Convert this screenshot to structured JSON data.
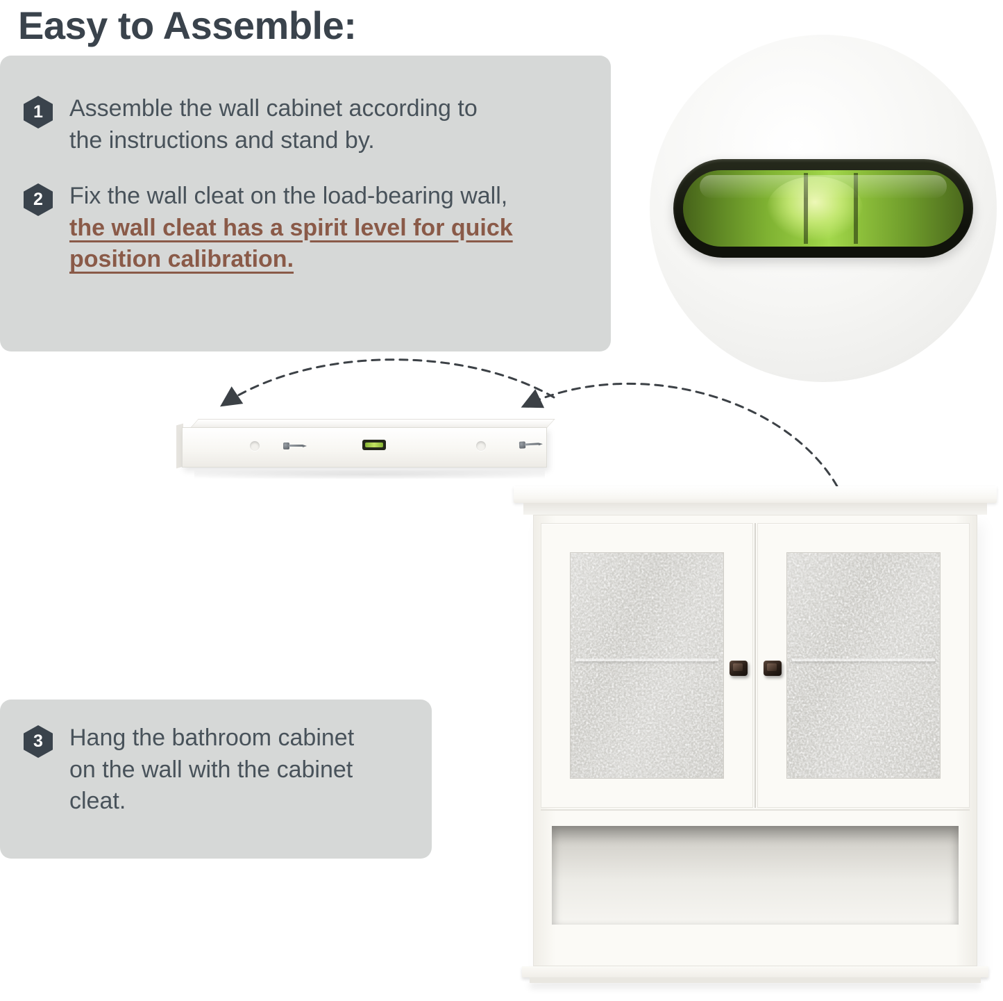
{
  "title": "Easy to Assemble:",
  "steps": [
    {
      "number": "1",
      "text": "Assemble the wall cabinet according to the instructions and stand by."
    },
    {
      "number": "2",
      "text": "Fix the wall cleat on the load-bearing wall,",
      "highlight": "the wall cleat has a spirit level for quick position calibration."
    },
    {
      "number": "3",
      "text": "Hang the bathroom cabinet on the wall with the cabinet cleat."
    }
  ],
  "icons": {
    "step_badge_shape": "hexagon-number-badge",
    "arrow_style": "dashed-curved-arrow",
    "zoom_figure": "spirit-level-closeup",
    "cleat_figure": "wall-cleat-with-spirit-level",
    "cabinet_figure": "white-wall-cabinet-two-glass-doors"
  },
  "colors": {
    "heading": "#3a434c",
    "body_text": "#48525a",
    "highlight_text": "#8a5a48",
    "panel_bg": "#d6d8d7",
    "badge_bg": "#3a434c",
    "arrow": "#3c4146",
    "level_green": "#8fc23c",
    "cabinet_white": "#fbfaf6"
  }
}
